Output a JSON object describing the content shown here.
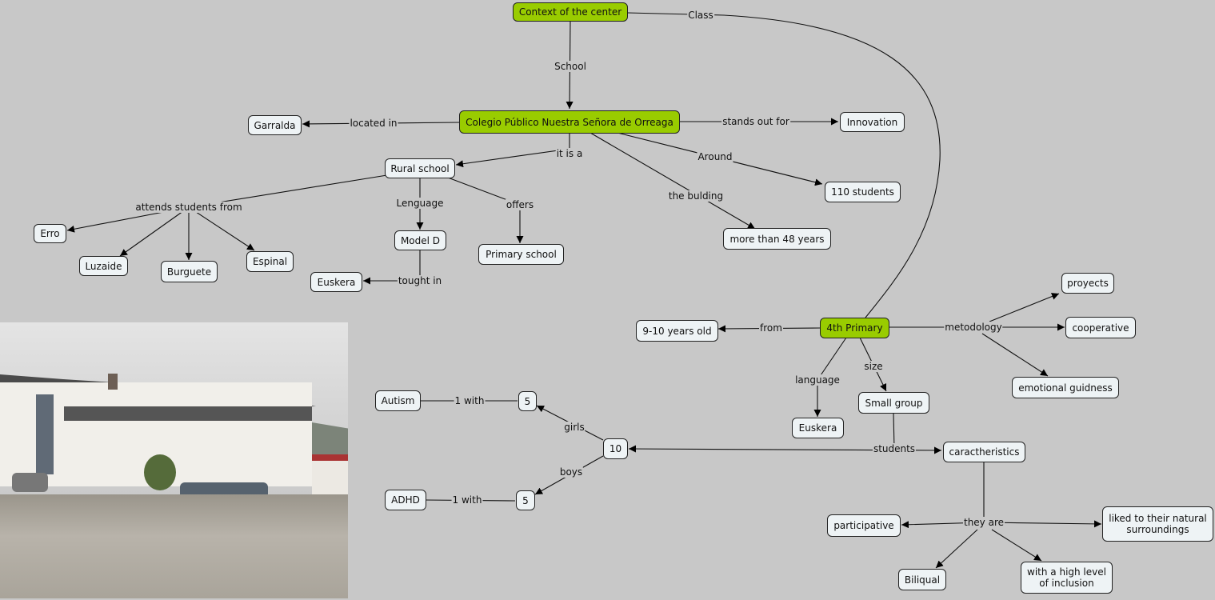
{
  "concepts": {
    "context": "Context of the center",
    "colegio": "Colegio Público Nuestra Señora de Orreaga",
    "garralda": "Garralda",
    "innovation": "Innovation",
    "rural_school": "Rural school",
    "students_110": "110 students",
    "years_48": "more than 48 years",
    "erro": "Erro",
    "luzaide": "Luzaide",
    "burguete": "Burguete",
    "espinal": "Espinal",
    "model_d": "Model D",
    "primary_school": "Primary school",
    "euskera_1": "Euskera",
    "proyects": "proyects",
    "years_old": "9-10 years old",
    "fourth_primary": "4th Primary",
    "cooperative": "cooperative",
    "emotional": "emotional guidness",
    "small_group": "Small group",
    "euskera_2": "Euskera",
    "autism": "Autism",
    "five_girls": "5",
    "ten": "10",
    "caractheristics": "caractheristics",
    "adhd": "ADHD",
    "five_boys": "5",
    "participative": "participative",
    "liked": "liked to their natural\nsurroundings",
    "biliqual": "Biliqual",
    "inclusion": "with a high level\nof inclusion"
  },
  "links": {
    "class": "Class",
    "school": "School",
    "located_in": "located in",
    "stands_out_for": "stands out for",
    "it_is_a": "it is a",
    "around": "Around",
    "the_bulding": "the bulding",
    "attends": "attends students from",
    "lenguage": "Lenguage",
    "offers": "offers",
    "tought_in": "tought in",
    "from": "from",
    "metodology": "metodology",
    "language": "language",
    "size": "size",
    "girls": "girls",
    "boys": "boys",
    "one_with_1": "1 with",
    "one_with_2": "1 with",
    "students": "students",
    "they_are": "they are"
  },
  "colors": {
    "background": "#c8c8c8",
    "main_concept": "#99cc00",
    "concept": "#eef3f5"
  }
}
